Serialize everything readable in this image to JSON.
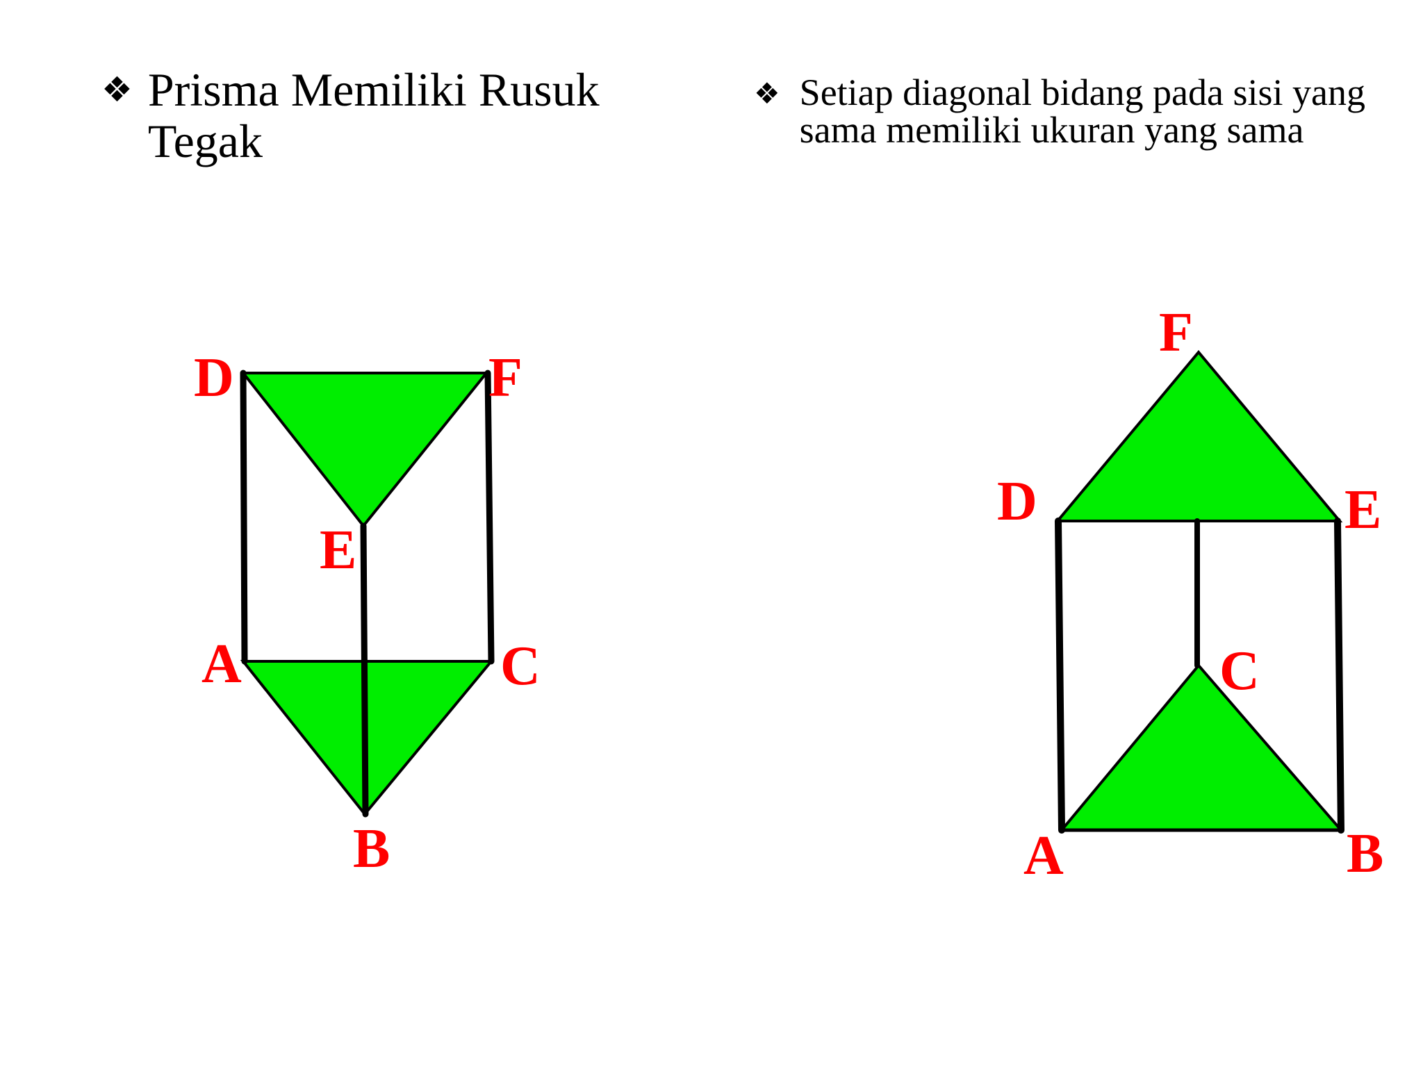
{
  "bullets": {
    "left": {
      "icon": "diamond-bullet-icon",
      "glyph": "❖",
      "text": "Prisma Memiliki Rusuk Tegak"
    },
    "right": {
      "icon": "diamond-bullet-icon",
      "glyph": "❖",
      "text": "Setiap diagonal bidang pada sisi yang sama memiliki ukuran yang sama"
    }
  },
  "colors": {
    "face_fill": "#00ee00",
    "edge": "#000000",
    "label": "#ff0000"
  },
  "figures": {
    "left": {
      "labels": {
        "D": "D",
        "F": "F",
        "E": "E",
        "A": "A",
        "C": "C",
        "B": "B"
      }
    },
    "right": {
      "labels": {
        "F": "F",
        "D": "D",
        "E": "E",
        "C": "C",
        "A": "A",
        "B": "B"
      }
    }
  }
}
